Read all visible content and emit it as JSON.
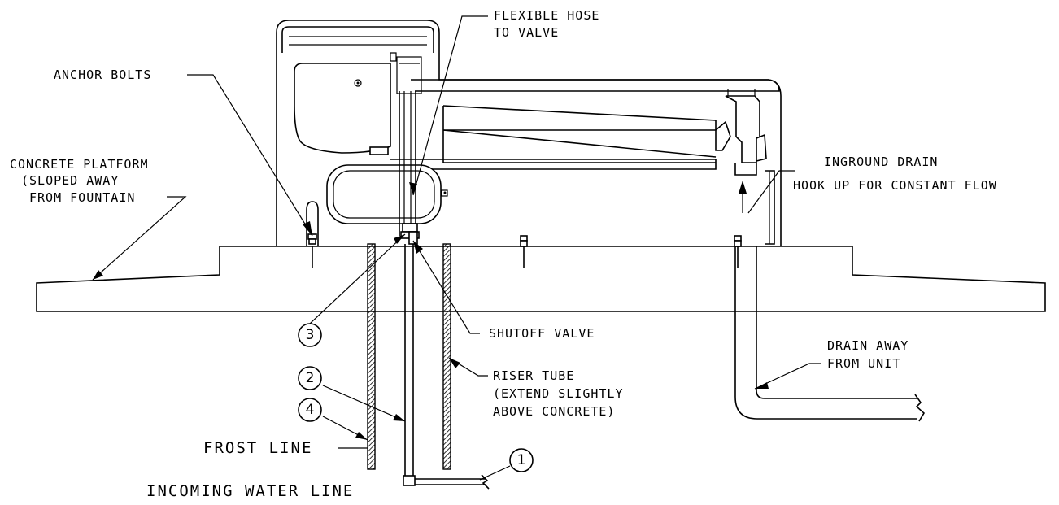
{
  "labels": {
    "flexible_hose": [
      "FLEXIBLE HOSE",
      "TO VALVE"
    ],
    "anchor_bolts": "ANCHOR BOLTS",
    "concrete_platform": [
      "CONCRETE PLATFORM",
      "(SLOPED AWAY",
      "FROM FOUNTAIN"
    ],
    "inground_drain": [
      "INGROUND DRAIN",
      "HOOK UP FOR CONSTANT FLOW"
    ],
    "shutoff_valve": "SHUTOFF VALVE",
    "riser_tube": [
      "RISER TUBE",
      "(EXTEND SLIGHTLY",
      "ABOVE CONCRETE)"
    ],
    "drain_away": [
      "DRAIN AWAY",
      "FROM UNIT"
    ],
    "frost_line": "FROST LINE",
    "incoming_water_line": "INCOMING WATER LINE"
  },
  "callouts": [
    "3",
    "2",
    "4",
    "1"
  ]
}
